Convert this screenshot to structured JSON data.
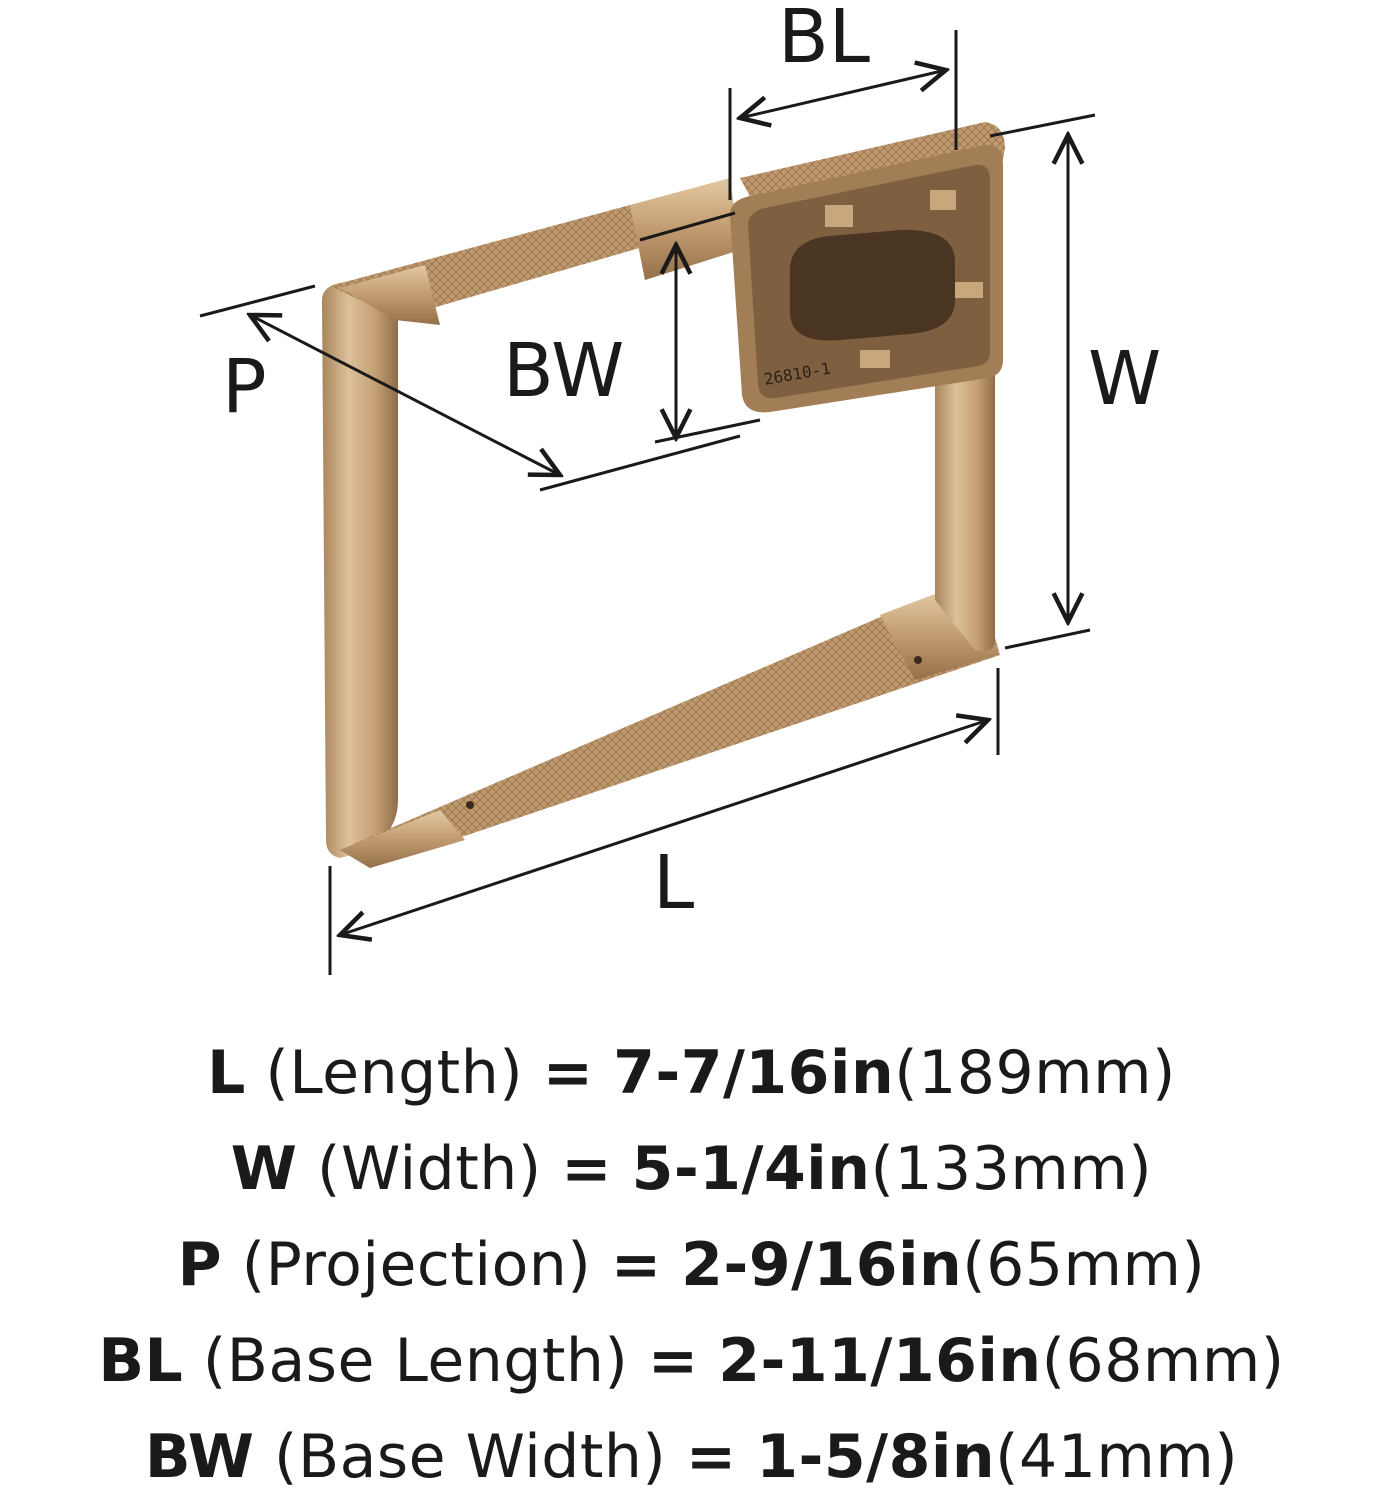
{
  "diagram": {
    "labels": {
      "bl": "BL",
      "bw": "BW",
      "p": "P",
      "w": "W",
      "l": "L"
    },
    "stamp": "26810-1",
    "finish_color": "#c9a47a",
    "knurl_color": "#b38d63",
    "shadow_color": "#8a6a47"
  },
  "specs": [
    {
      "abbr": "L",
      "name": "(Length)",
      "eq": "=",
      "imperial": "7-7/16in",
      "metric": "(189mm)"
    },
    {
      "abbr": "W",
      "name": "(Width)",
      "eq": "=",
      "imperial": "5-1/4in",
      "metric": "(133mm)"
    },
    {
      "abbr": "P",
      "name": "(Projection)",
      "eq": "=",
      "imperial": "2-9/16in",
      "metric": "(65mm)"
    },
    {
      "abbr": "BL",
      "name": "(Base Length)",
      "eq": "=",
      "imperial": "2-11/16in",
      "metric": "(68mm)"
    },
    {
      "abbr": "BW",
      "name": "(Base Width)",
      "eq": "=",
      "imperial": "1-5/8in",
      "metric": "(41mm)"
    }
  ]
}
